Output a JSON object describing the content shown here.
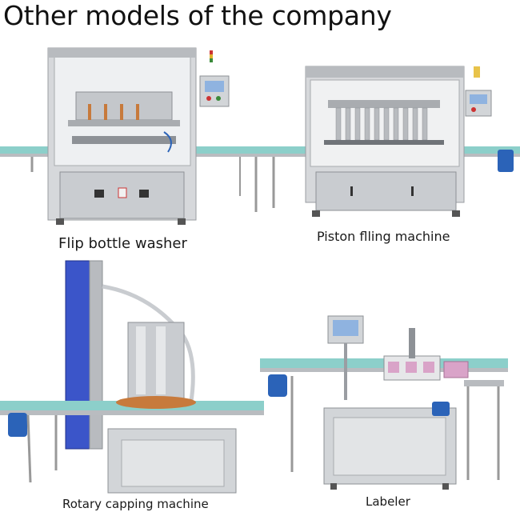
{
  "heading": "Other models of the company",
  "products": [
    {
      "caption": "Flip bottle washer"
    },
    {
      "caption": "Piston flling machine"
    },
    {
      "caption": "Rotary capping machine"
    },
    {
      "caption": "Labeler"
    }
  ],
  "colors": {
    "steel": "#c9ccd0",
    "steel_dark": "#8d9196",
    "conveyor": "#7fc9c4",
    "blue_column": "#3b55c9",
    "motor_blue": "#2b63b8",
    "copper": "#c77a3c",
    "screen": "#8fb3e0",
    "label_pink": "#d9a3c8"
  }
}
